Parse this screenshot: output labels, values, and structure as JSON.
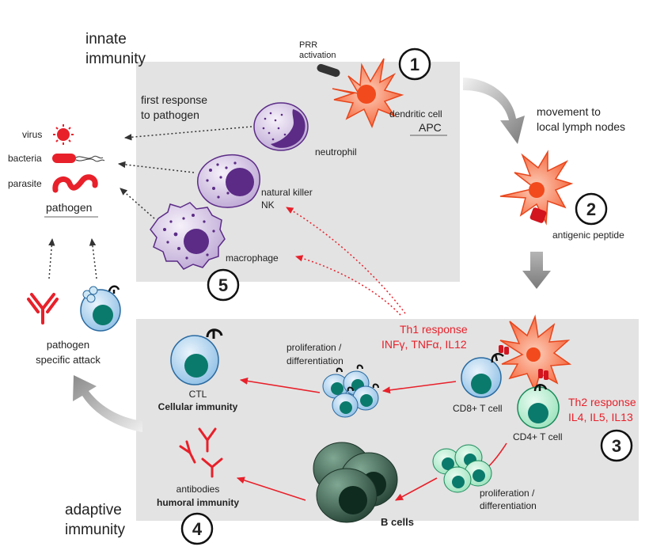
{
  "sections": {
    "innate_line1": "innate",
    "innate_line2": "immunity",
    "adaptive_line1": "adaptive",
    "adaptive_line2": "immunity"
  },
  "steps": {
    "s1": "1",
    "s2": "2",
    "s3": "3",
    "s4": "4",
    "s5": "5"
  },
  "innate": {
    "prr_line1": "PRR",
    "prr_line2": "activation",
    "dendritic_cell": "dendritic cell",
    "apc": "APC",
    "first_response_line1": "first response",
    "first_response_line2": "to pathogen",
    "neutrophil": "neutrophil",
    "nk_line1": "natural killer",
    "nk_line2": "NK",
    "macrophage": "macrophage"
  },
  "pathogen": {
    "virus": "virus",
    "bacteria": "bacteria",
    "parasite": "parasite",
    "title": "pathogen"
  },
  "lymph": {
    "movement_line1": "movement to",
    "movement_line2": "local lymph nodes",
    "antigenic_peptide": "antigenic peptide"
  },
  "attack": {
    "line1": "pathogen",
    "line2": "specific attack"
  },
  "adaptive": {
    "th1_title": "Th1 response",
    "th1_cytokines": "INFγ, TNFα, IL12",
    "th2_title": "Th2 response",
    "th2_cytokines": "IL4, IL5, IL13",
    "prolif1_line1": "proliferation /",
    "prolif1_line2": "differentiation",
    "prolif2_line1": "proliferation /",
    "prolif2_line2": "differentiation",
    "ctl": "CTL",
    "cellular": "Cellular immunity",
    "cd8": "CD8+ T cell",
    "cd4": "CD4+ T cell",
    "antibodies": "antibodies",
    "humoral": "humoral immunity",
    "bcells": "B cells"
  },
  "colors": {
    "panel": "#e3e3e3",
    "red_text": "#e8202a",
    "dendritic": "#f5592c",
    "dendritic_light": "#fbb59a",
    "purple": "#5b2b86",
    "purple_light": "#e4d9ef",
    "blue": "#c6dff4",
    "teal": "#0a7a6c",
    "green_light": "#bff0d4",
    "bcell": "#2f5b48"
  }
}
